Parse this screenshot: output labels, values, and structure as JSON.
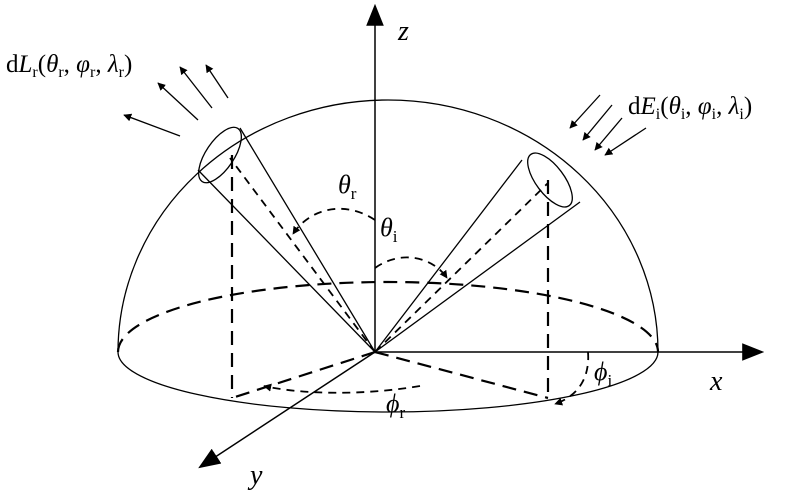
{
  "labels": {
    "axis_z": "z",
    "axis_x": "x",
    "axis_y": "y",
    "theta_r": "θ",
    "theta_r_sub": "r",
    "theta_i": "θ",
    "theta_i_sub": "i",
    "phi_r": "ϕ",
    "phi_r_sub": "r",
    "phi_i": "ϕ",
    "phi_i_sub": "i",
    "radiance": {
      "d": "d",
      "sym": "L",
      "sub": "r",
      "open": "(",
      "theta": "θ",
      "theta_sub": "r",
      "sep1": ", ",
      "phi": "φ",
      "phi_sub": "r",
      "sep2": ", ",
      "lambda": "λ",
      "lambda_sub": "r",
      "close": ")"
    },
    "irradiance": {
      "d": "d",
      "sym": "E",
      "sub": "i",
      "open": "(",
      "theta": "θ",
      "theta_sub": "i",
      "sep1": ", ",
      "phi": "φ",
      "phi_sub": "i",
      "sep2": ", ",
      "lambda": "λ",
      "lambda_sub": "i",
      "close": ")"
    }
  },
  "colors": {
    "ink": "#000000",
    "background": "#ffffff"
  }
}
